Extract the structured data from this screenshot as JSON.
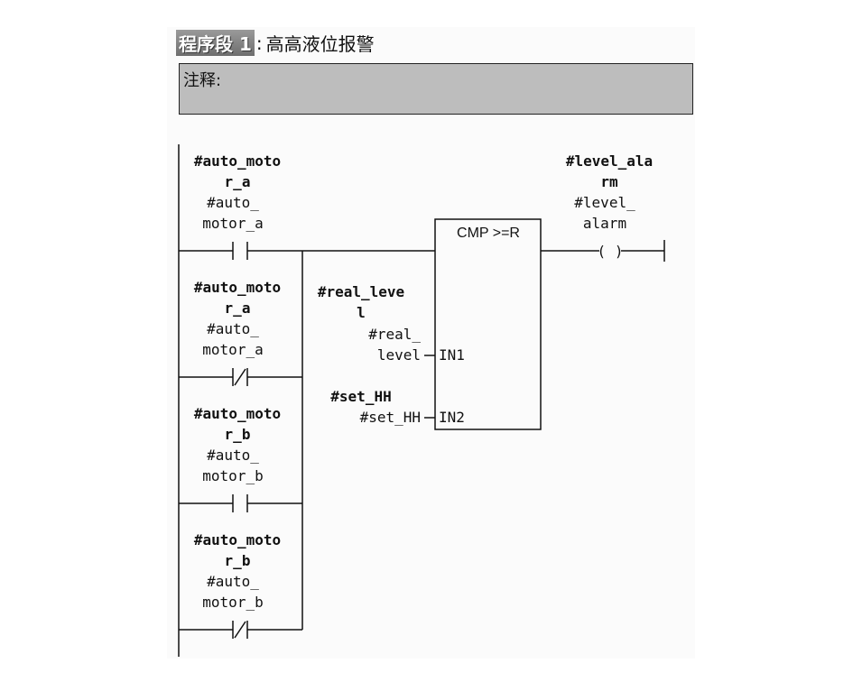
{
  "network": {
    "label": "程序段 1",
    "colon": ":",
    "title": "高高液位报警"
  },
  "comment": {
    "label": "注释:"
  },
  "contacts": [
    {
      "symbol_line1": "#auto_moto",
      "symbol_line2": "r_a",
      "address_line1": "#auto_",
      "address_line2": "motor_a",
      "type": "NO"
    },
    {
      "symbol_line1": "#auto_moto",
      "symbol_line2": "r_a",
      "address_line1": "#auto_",
      "address_line2": "motor_a",
      "type": "NC"
    },
    {
      "symbol_line1": "#auto_moto",
      "symbol_line2": "r_b",
      "address_line1": "#auto_",
      "address_line2": "motor_b",
      "type": "NO"
    },
    {
      "symbol_line1": "#auto_moto",
      "symbol_line2": "r_b",
      "address_line1": "#auto_",
      "address_line2": "motor_b",
      "type": "NC"
    }
  ],
  "compare_box": {
    "name": "CMP >=R",
    "in1_label": "IN1",
    "in2_label": "IN2",
    "in1_symbol_line1": "#real_leve",
    "in1_symbol_line2": "l",
    "in1_address_line1": "#real_",
    "in1_address_line2": "level",
    "in2_symbol": "#set_HH",
    "in2_address": "#set_HH"
  },
  "coil": {
    "symbol_line1": "#level_ala",
    "symbol_line2": "rm",
    "address_line1": "#level_",
    "address_line2": "alarm",
    "glyph": "( )"
  }
}
